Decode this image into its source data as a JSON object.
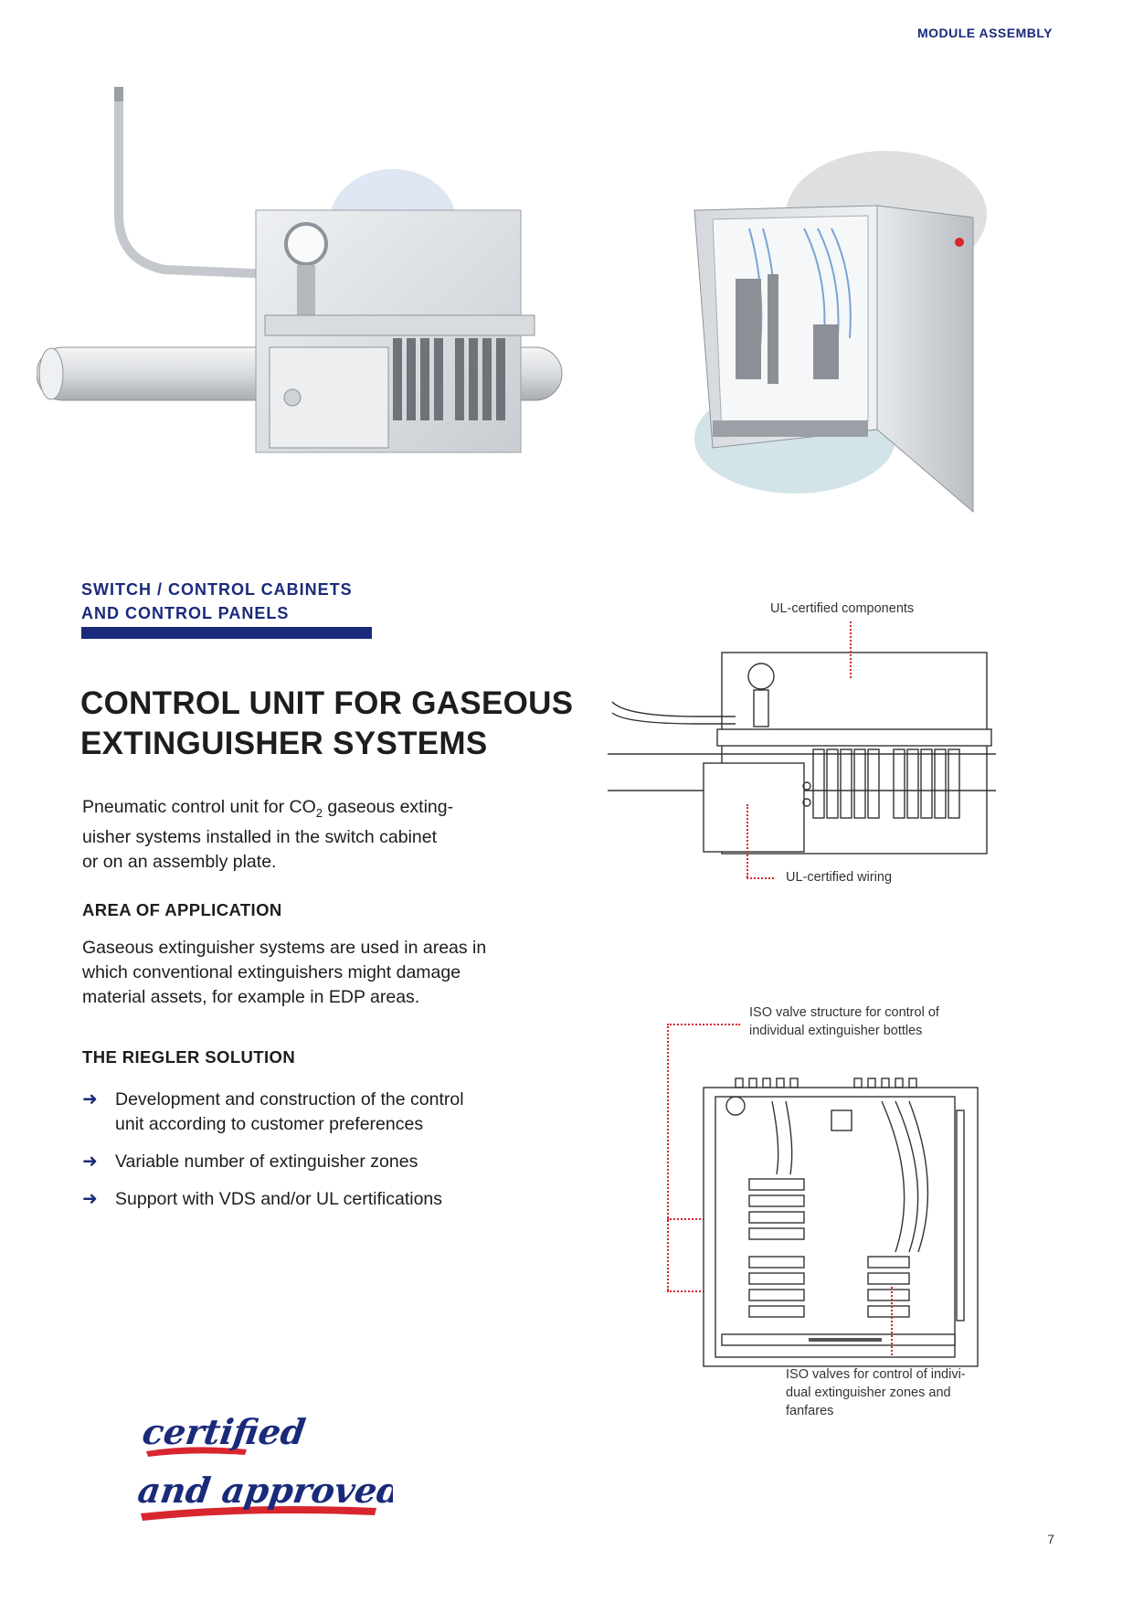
{
  "header": {
    "section_label": "MODULE ASSEMBLY"
  },
  "section": {
    "kicker_line1": "SWITCH / CONTROL CABINETS",
    "kicker_line2": "AND CONTROL PANELS"
  },
  "title": {
    "line1": "CONTROL UNIT FOR GASEOUS",
    "line2": "EXTINGUISHER SYSTEMS"
  },
  "intro": {
    "line1_pre": "Pneumatic control unit for CO",
    "line1_sub": "2",
    "line1_post": " gaseous exting-",
    "line2": "uisher systems installed in the switch cabinet",
    "line3": "or on an assembly plate."
  },
  "application": {
    "heading": "AREA OF APPLICATION",
    "line1": "Gaseous extinguisher systems are used in areas in",
    "line2": "which conventional extinguishers might damage",
    "line3": "material assets, for example in EDP areas."
  },
  "solution": {
    "heading": "THE RIEGLER SOLUTION",
    "bullets": [
      {
        "line1": "Development and construction of the control",
        "line2": "unit according to customer preferences"
      },
      {
        "line1": "Variable number of extinguisher zones",
        "line2": ""
      },
      {
        "line1": "Support with VDS and/or UL certifications",
        "line2": ""
      }
    ]
  },
  "callouts": {
    "ul_components": "UL-certified components",
    "ul_wiring": "UL-certified wiring",
    "iso_structure_line1": "ISO valve structure for control of",
    "iso_structure_line2": "individual extinguisher bottles",
    "iso_valves_line1": "ISO valves for control of indivi-",
    "iso_valves_line2": "dual extinguisher zones and",
    "iso_valves_line3": "fanfares"
  },
  "stamp": {
    "line1": "certified",
    "line2": "and approved"
  },
  "footer": {
    "page_number": "7"
  },
  "colors": {
    "brand_navy": "#1a2a7a",
    "accent_red": "#d8262f"
  },
  "icons": {
    "bullet": "arrow-right-icon"
  }
}
